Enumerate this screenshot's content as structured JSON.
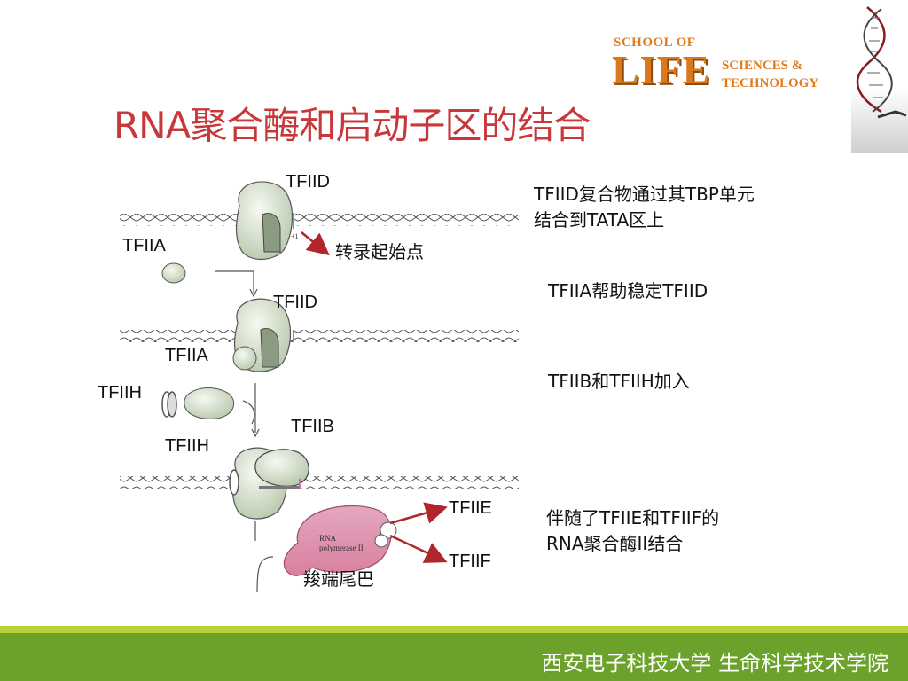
{
  "title": "RNA聚合酶和启动子区的结合",
  "logo": {
    "school": "SCHOOL OF",
    "life": "LIFE",
    "sciences": "SCIENCES &",
    "technology": "TECHNOLOGY"
  },
  "diagram": {
    "labels": {
      "tfiid_1": "TFIID",
      "tfiia_1": "TFIIA",
      "start_site": "转录起始点",
      "tfiid_2": "TFIID",
      "tfiia_2": "TFIIA",
      "tfiih_1": "TFIIH",
      "tfiib": "TFIIB",
      "tfiih_2": "TFIIH",
      "tfiie": "TFIIE",
      "tfiif": "TFIIF",
      "ctd_tail": "羧端尾巴",
      "plus_one": "+1",
      "rna_pol_line1": "RNA",
      "rna_pol_line2": "polymerase II"
    }
  },
  "descriptions": {
    "step1_line1": "TFIID复合物通过其TBP单元",
    "step1_line2": "结合到TATA区上",
    "step2": "TFIIA帮助稳定TFIID",
    "step3": "TFIIB和TFIIH加入",
    "step4_line1": "伴随了TFIIE和TFIIF的",
    "step4_line2": "RNA聚合酶II结合"
  },
  "footer": "西安电子科技大学  生命科学技术学院",
  "colors": {
    "title": "#c8383a",
    "footer_bar": "#6ca22b",
    "footer_stripe": "#b7d23a",
    "logo": "#e07b1f",
    "arrow": "#b0262a"
  }
}
